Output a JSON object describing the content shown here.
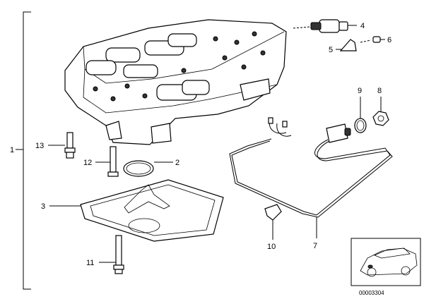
{
  "callouts": {
    "c1": "1",
    "c2": "2",
    "c3": "3",
    "c4": "4",
    "c5": "5",
    "c6": "6",
    "c7": "7",
    "c8": "8",
    "c9": "9",
    "c10": "10",
    "c11": "11",
    "c12": "12",
    "c13": "13"
  },
  "diagram_code": "00003304"
}
